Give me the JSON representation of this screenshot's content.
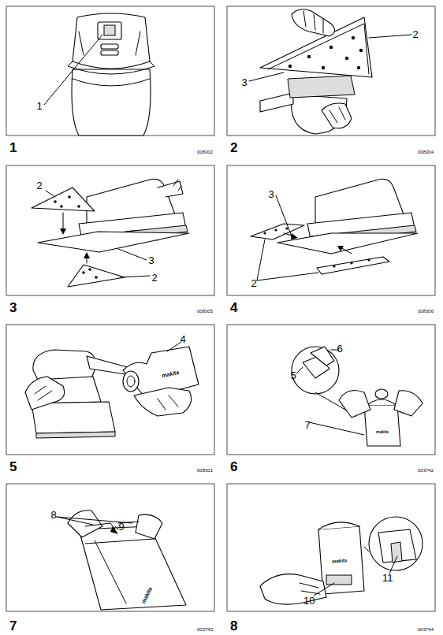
{
  "diagram": {
    "labels": [
      "1",
      "1",
      "008302",
      "2",
      "3",
      "2",
      "008304",
      "2",
      "3",
      "2",
      "3",
      "008305",
      "3",
      "2",
      "4",
      "008306",
      "4",
      "makita",
      "5",
      "008301",
      "6",
      "5",
      "7",
      "makita",
      "6",
      "003742",
      "8",
      "9",
      "makita",
      "7",
      "003743",
      "10",
      "11",
      "makita",
      "8",
      "003744"
    ]
  }
}
